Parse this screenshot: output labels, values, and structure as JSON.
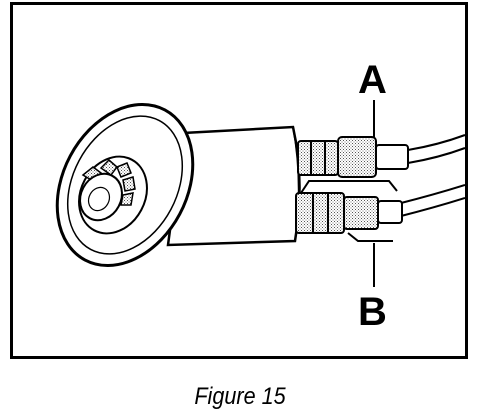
{
  "figure": {
    "caption": "Figure 15",
    "callouts": {
      "a": "A",
      "b": "B"
    }
  },
  "colors": {
    "ink": "#000000",
    "paper": "#ffffff",
    "stipple": "#bdbdbd"
  }
}
